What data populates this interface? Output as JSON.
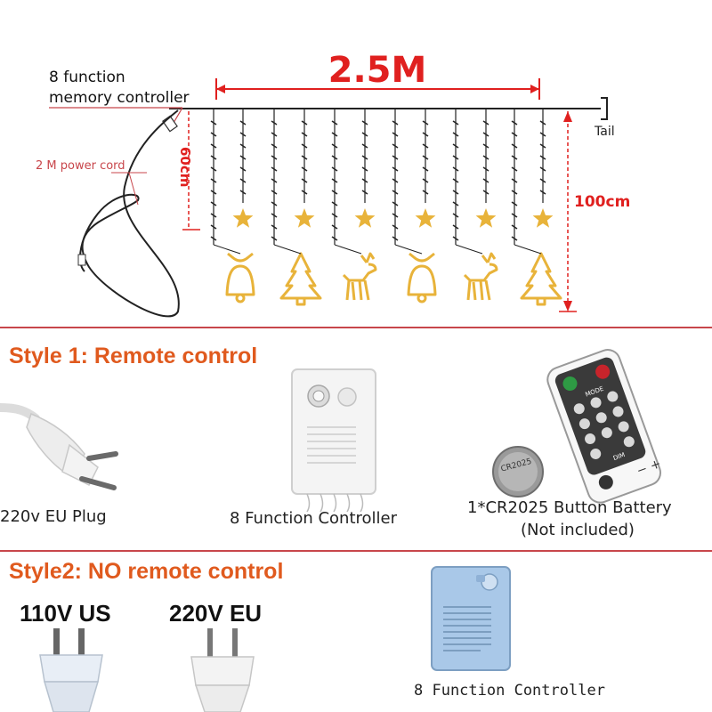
{
  "diagram": {
    "width_label": "2.5M",
    "controller_label_line1": "8 function",
    "controller_label_line2": "memory controller",
    "power_cord_label": "2 M power cord",
    "drop_label": "60cm",
    "height_label": "100cm",
    "tail_label": "Tail",
    "colors": {
      "dimension": "#e0201f",
      "light": "#e8b33a",
      "wire": "#222222"
    },
    "ornaments": [
      "bell-icon",
      "tree-icon",
      "reindeer-icon",
      "bell-icon",
      "reindeer-icon",
      "tree-icon"
    ]
  },
  "style1": {
    "title": "Style 1: Remote control",
    "plug_caption": "220v EU Plug",
    "controller_caption": "8 Function Controller",
    "battery_caption_line1": "1*CR2025 Button Battery",
    "battery_caption_line2": "(Not included)",
    "battery_label": "CR2025",
    "remote_keys": [
      "MODE",
      "DIM"
    ]
  },
  "style2": {
    "title": "Style2: NO remote control",
    "us_label": "110V US",
    "eu_label": "220V EU",
    "controller_caption": "8 Function Controller"
  },
  "accent_color": "#e05a1e"
}
